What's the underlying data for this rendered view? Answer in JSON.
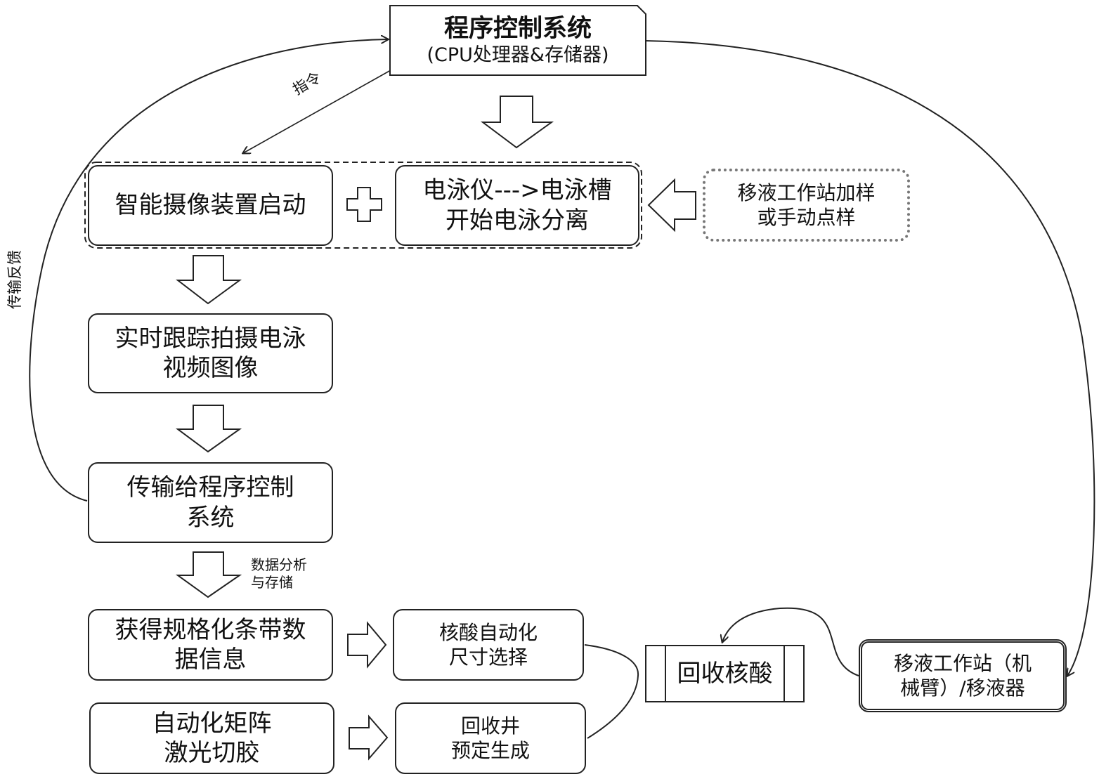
{
  "nodes": {
    "control_system": {
      "title": "程序控制系统",
      "subtitle": "(CPU处理器&存储器)"
    },
    "camera_start": "智能摄像装置启动",
    "electrophoresis": "电泳仪--->电泳槽\n开始电泳分离",
    "sample_loading": "移液工作站加样\n或手动点样",
    "tracking": "实时跟踪拍摄电泳\n视频图像",
    "transmit": "传输给程序控制\n系统",
    "band_info": "获得规格化条带数\n据信息",
    "size_select": "核酸自动化\n尺寸选择",
    "laser_cut": "自动化矩阵\n激光切胶",
    "well_gen": "回收井\n预定生成",
    "recover": "回收核酸",
    "pipette_station": "移液工作站（机\n械臂）/移液器"
  },
  "edge_labels": {
    "command": "指令",
    "feedback": "传输反馈",
    "analysis": "数据分析\n与存储"
  }
}
